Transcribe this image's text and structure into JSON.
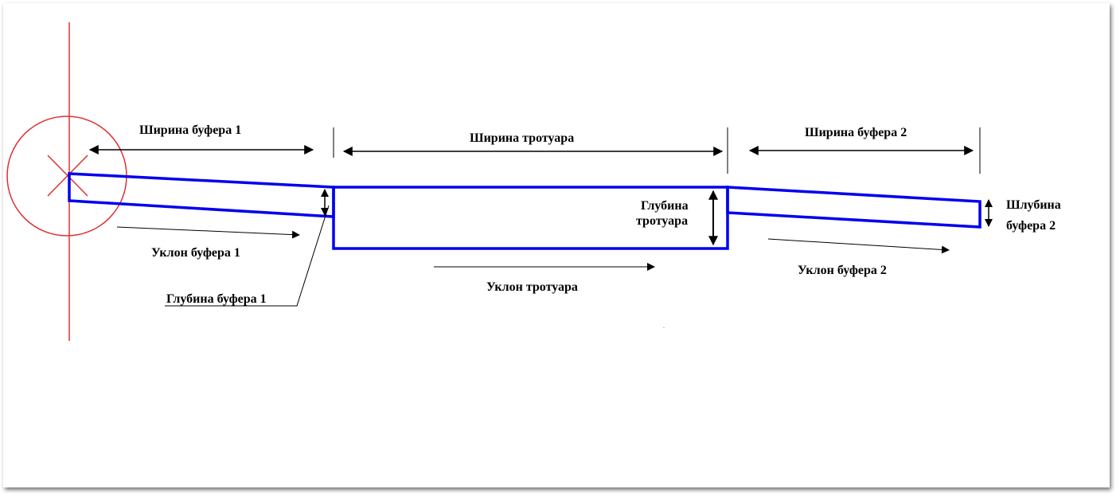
{
  "labels": {
    "buffer1_width": "Ширина буфера 1",
    "sidewalk_width": "Ширина тротуара",
    "buffer2_width": "Ширина буфера 2",
    "sidewalk_depth_line1": "Глубина",
    "sidewalk_depth_line2": "тротуара",
    "buffer2_depth_line1": "Шлубина",
    "buffer2_depth_line2": "буфера 2",
    "buffer1_slope": "Уклон буфера 1",
    "buffer1_depth": "Глубина буфера 1",
    "sidewalk_slope": "Уклон тротуара",
    "buffer2_slope": "Уклон буфера 2"
  },
  "colors": {
    "outline": "#0000ee",
    "axis": "#e03030",
    "annotation": "#000000",
    "background": "#ffffff"
  }
}
